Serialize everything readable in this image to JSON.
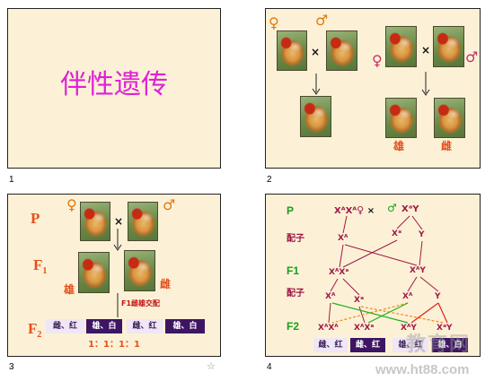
{
  "colors": {
    "page_bg": "#ffffff",
    "slide_bg": "#fcf1d6",
    "title_magenta": "#e01fd8",
    "orange": "#e2780f",
    "orange_red": "#e4501c",
    "magenta_symbol": "#c8306a",
    "green": "#18a018",
    "dark_red": "#a01848",
    "box_dark": "#3e1562",
    "box_light": "#efe6f6",
    "watermark": "#9a9a9a"
  },
  "slides": {
    "s1": {
      "number": "1",
      "title": "伴性遗传"
    },
    "s2": {
      "number": "2",
      "female": "♀",
      "male": "♂",
      "cross": "×",
      "label_male": "雄",
      "label_female": "雌"
    },
    "s3": {
      "number": "3",
      "p": "P",
      "f1": {
        "label": "F",
        "sub": "1"
      },
      "f2": {
        "label": "F",
        "sub": "2"
      },
      "female": "♀",
      "male": "♂",
      "cross": "×",
      "label_male": "雄",
      "label_female": "雌",
      "mating_note": "F1雌雄交配",
      "f2_boxes": [
        "雌、红",
        "雄、白",
        "雌、红",
        "雄、白"
      ],
      "ratio": "1：1：1：1"
    },
    "s4": {
      "number": "4",
      "labels": {
        "p": "P",
        "gametes_1": "配子",
        "f1": "F1",
        "gametes_2": "配子",
        "f2": "F2"
      },
      "parents": {
        "female_genotype": "XᴬXᴬ",
        "female_symbol": "♀",
        "cross": "×",
        "male_symbol": "♂",
        "male_genotype": "XᵃY"
      },
      "gametes_p": [
        "Xᴬ",
        "Xᵃ",
        "Y"
      ],
      "f1": [
        "XᴬXᵃ",
        "XᴬY"
      ],
      "gametes_f1": [
        "Xᴬ",
        "Xᵃ",
        "Xᴬ",
        "Y"
      ],
      "f2": [
        "XᴬXᴬ",
        "XᴬXᵃ",
        "XᴬY",
        "XᵃY"
      ],
      "f2_boxes": [
        "雌、红",
        "雌、红",
        "雄、红",
        "雄、白"
      ]
    }
  },
  "star_icon": "☆",
  "watermark": {
    "cn": "教育网",
    "url": "www.ht88.com"
  }
}
